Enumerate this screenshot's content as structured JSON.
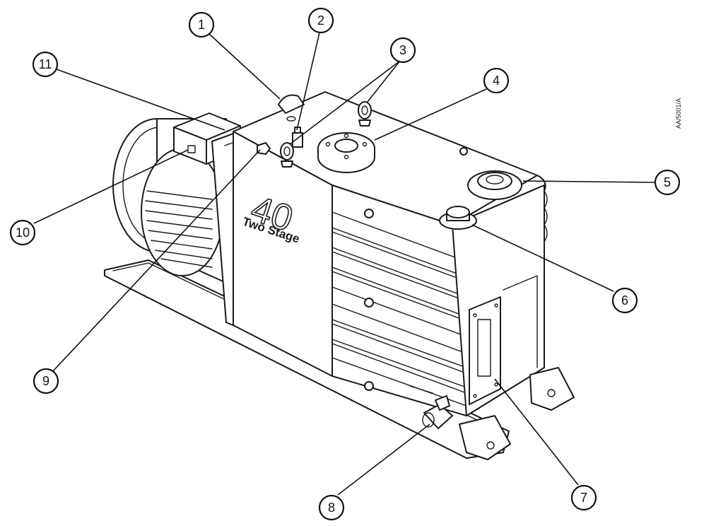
{
  "figure": {
    "model_number": "40",
    "model_text": "Two Stage",
    "reference_code": "AA/5001/A"
  },
  "callouts": [
    {
      "label": "1"
    },
    {
      "label": "2"
    },
    {
      "label": "3"
    },
    {
      "label": "4"
    },
    {
      "label": "5"
    },
    {
      "label": "6"
    },
    {
      "label": "7"
    },
    {
      "label": "8"
    },
    {
      "label": "9"
    },
    {
      "label": "10"
    },
    {
      "label": "11"
    }
  ],
  "colors": {
    "line": "#1a1a1a",
    "background": "#ffffff"
  }
}
